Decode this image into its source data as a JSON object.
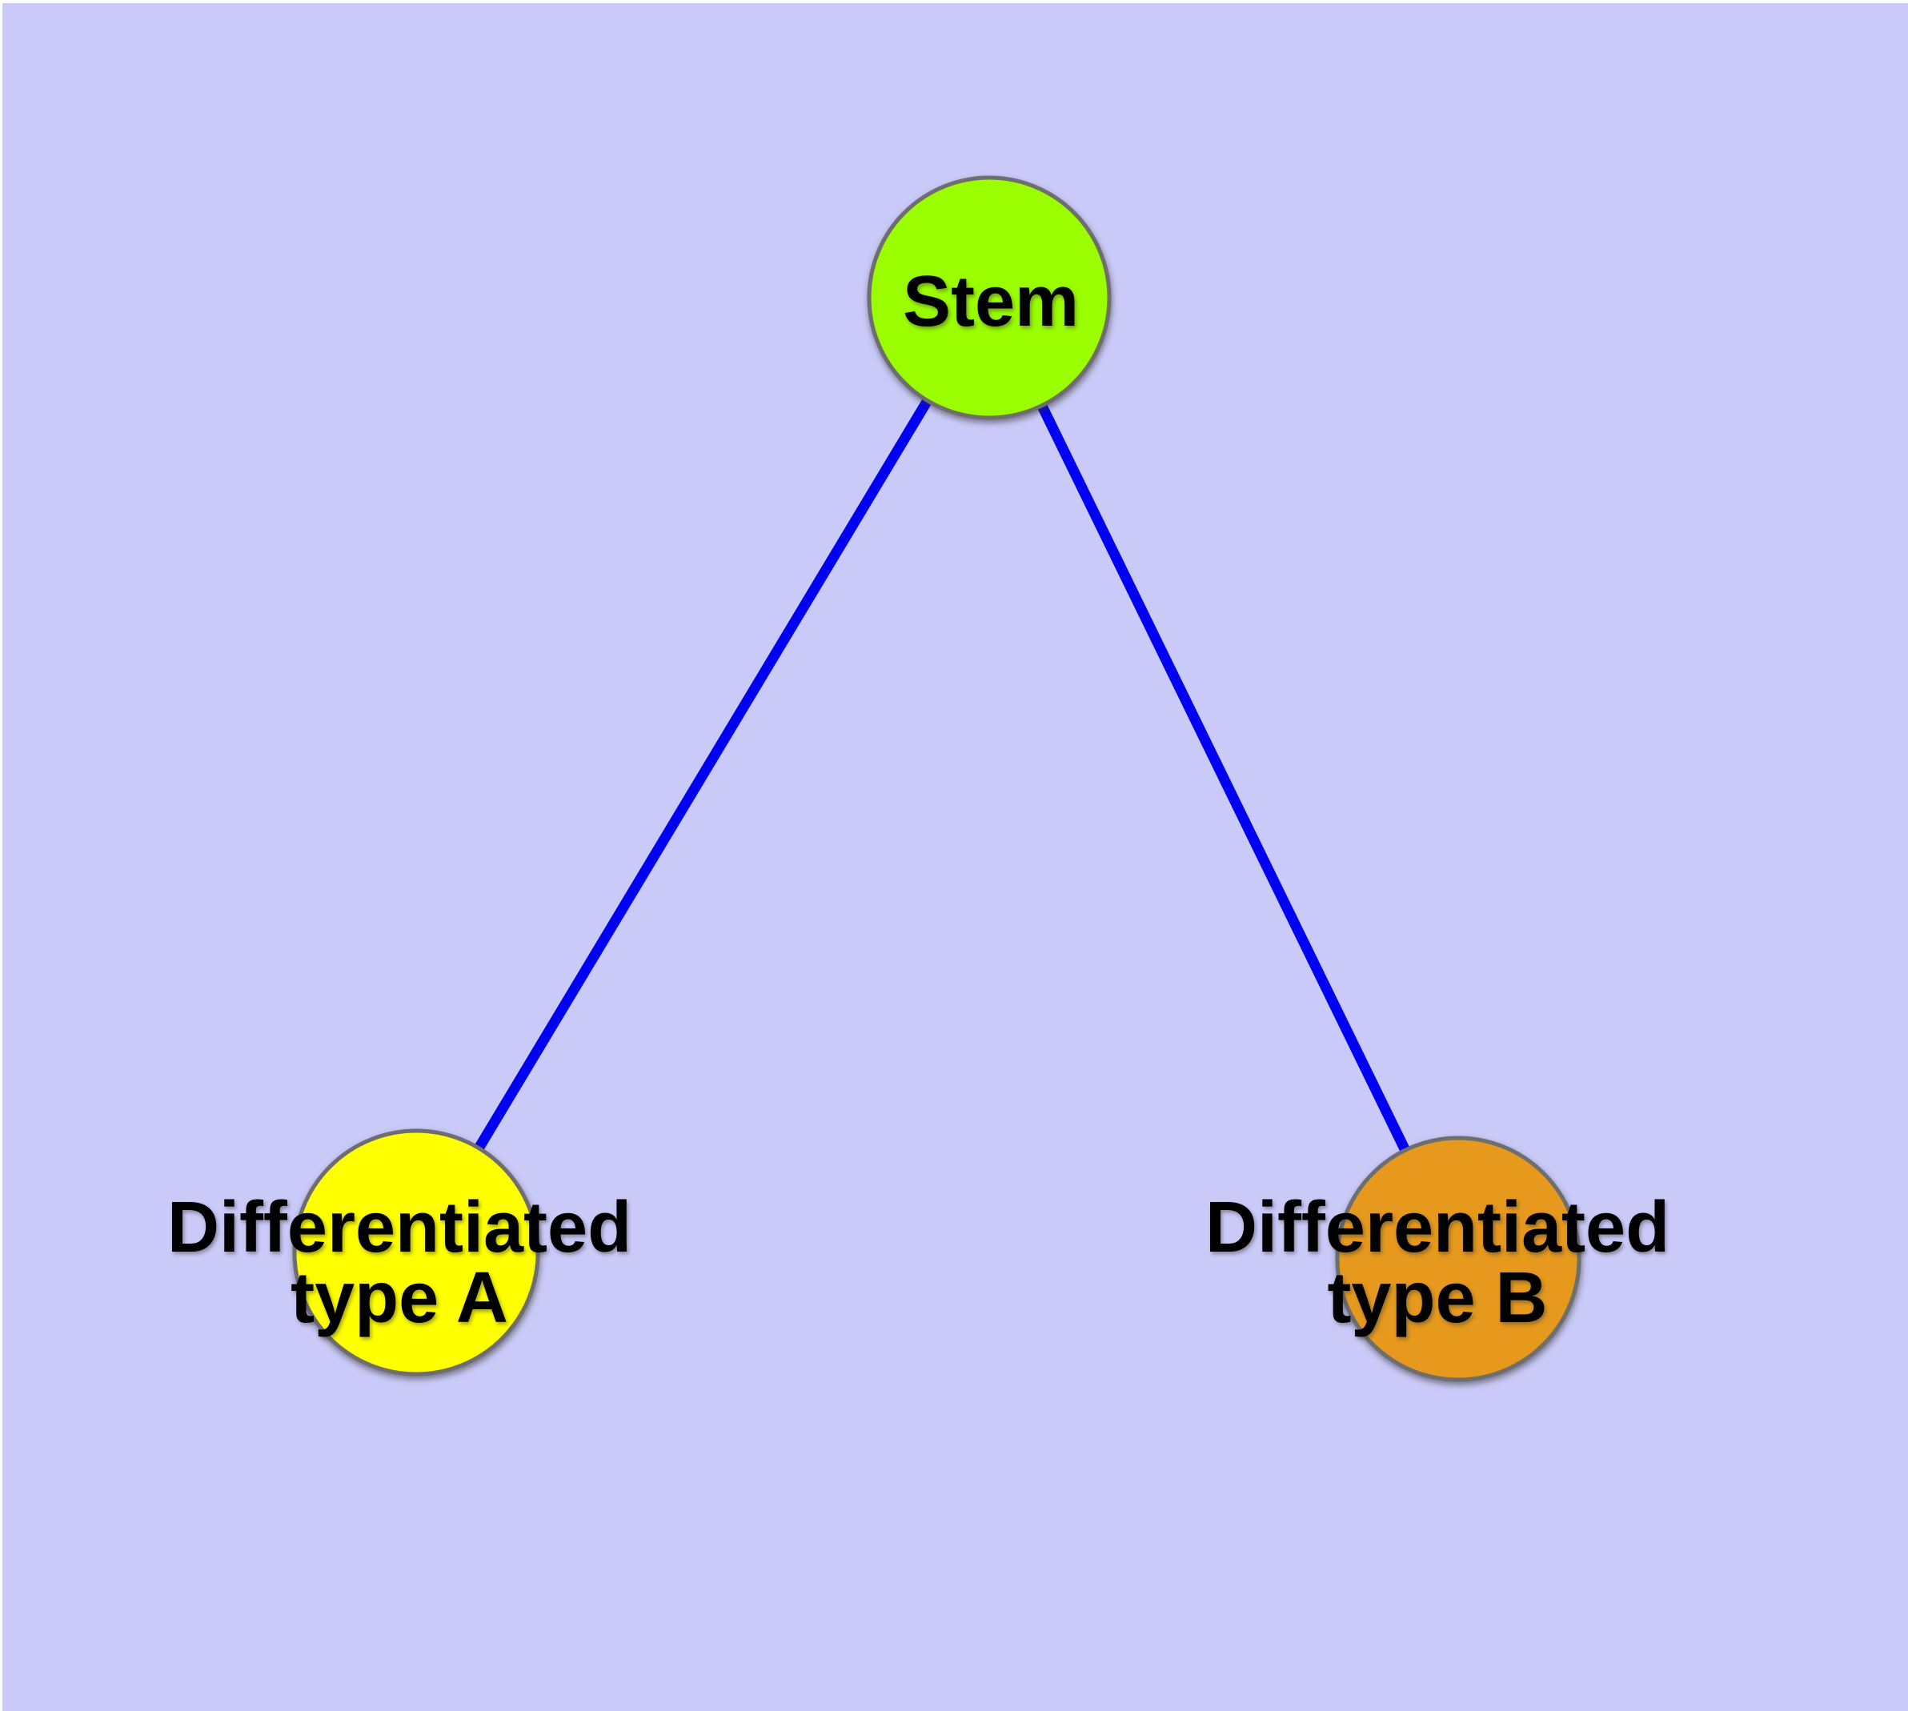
{
  "diagram_type": "graph",
  "canvas": {
    "background_color": "#CACAF9",
    "outer_background": "#FFFFFF"
  },
  "nodes": {
    "stem": {
      "label": "Stem",
      "fill": "#9AFE00",
      "border_color": "#6E6E6E"
    },
    "type_a": {
      "label": "Differentiated\ntype A",
      "fill": "#FFFF00",
      "border_color": "#6E6E6E"
    },
    "type_b": {
      "label": "Differentiated\ntype B",
      "fill": "#E6991D",
      "border_color": "#6E6E6E"
    }
  },
  "edges": {
    "color": "#0000F2",
    "list": [
      {
        "from": "Stem",
        "to": "Differentiated type A"
      },
      {
        "from": "Stem",
        "to": "Differentiated type B"
      }
    ]
  },
  "label_color": "#000000"
}
